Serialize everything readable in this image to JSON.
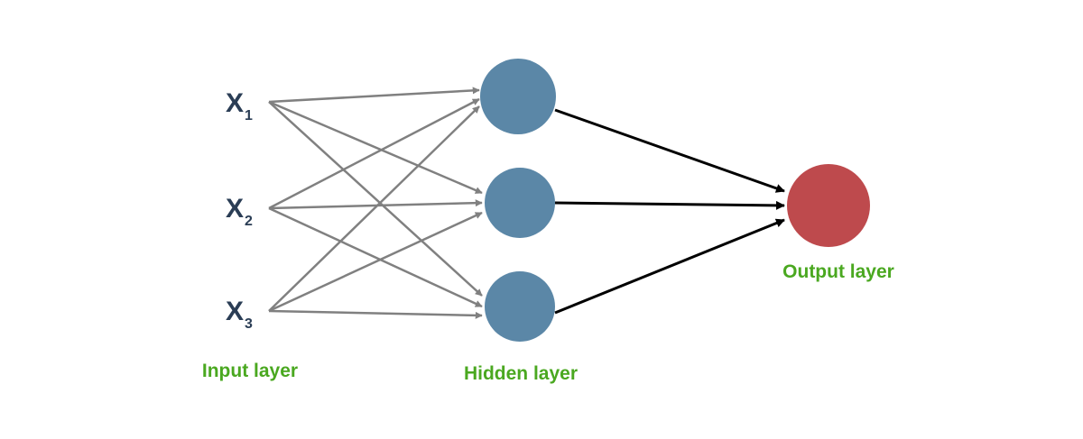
{
  "diagram": {
    "inputs": [
      {
        "symbol": "X",
        "subscript": "1"
      },
      {
        "symbol": "X",
        "subscript": "2"
      },
      {
        "symbol": "X",
        "subscript": "3"
      }
    ],
    "hidden_count": 3,
    "output_count": 1,
    "layer_labels": {
      "input": "Input layer",
      "hidden": "Hidden layer",
      "output": "Output layer"
    },
    "colors": {
      "hidden_node": "#5b87a7",
      "output_node": "#be4a4d",
      "input_edges": "#808080",
      "output_edges": "#000000",
      "label_text": "#4aa820",
      "input_text": "#2a3d55"
    }
  }
}
